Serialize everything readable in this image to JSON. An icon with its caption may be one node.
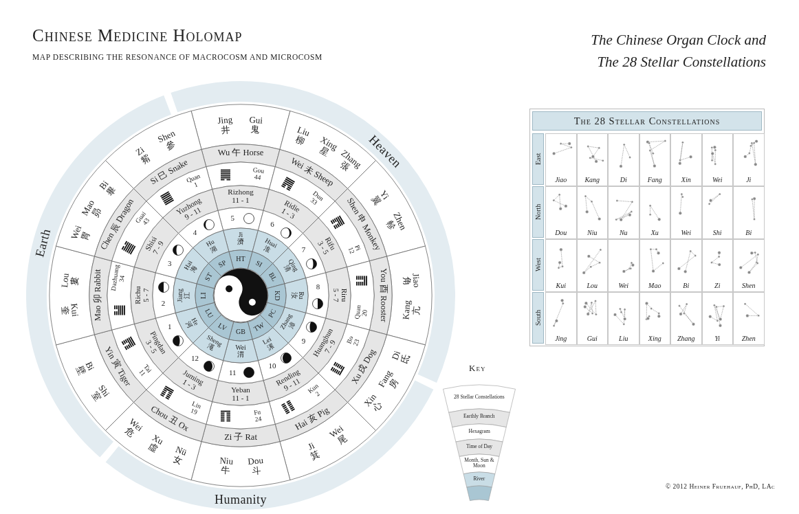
{
  "diagram": {
    "title": "Chinese Medicine Holomap",
    "nodes": [
      {
        "text": [
          "Heaven"
        ]
      },
      {
        "text": [
          "Earth"
        ]
      },
      {
        "text": [
          "Humanity"
        ]
      },
      {
        "text": [
          "Jing 井",
          "Gui 鬼"
        ]
      },
      {
        "text": [
          "Liu 柳",
          "Xing 星",
          "Zhang 張"
        ]
      },
      {
        "text": [
          "Yi 翼",
          "Zhen 軫"
        ]
      },
      {
        "text": [
          "Jiao 角",
          "Kang 亢"
        ]
      },
      {
        "text": [
          "Di 氐",
          "Fang 房",
          "Xin 心"
        ]
      },
      {
        "text": [
          "Wei 尾",
          "Ji 箕"
        ]
      },
      {
        "text": [
          "Dou 斗",
          "Niu 牛"
        ]
      },
      {
        "text": [
          "Nü 女",
          "Xu 虛",
          "Wei 危"
        ]
      },
      {
        "text": [
          "Shi 室",
          "Bi 壁"
        ]
      },
      {
        "text": [
          "Kui 奎",
          "Lou 婁"
        ]
      },
      {
        "text": [
          "Wei 胃",
          "Mao 昴",
          "Bi 畢"
        ]
      },
      {
        "text": [
          "Zi 觜",
          "Shen 參"
        ]
      },
      {
        "text": [
          "Wu 午 Horse"
        ]
      },
      {
        "text": [
          "Wei 未 Sheep"
        ]
      },
      {
        "text": [
          "Shen 申 Monkey"
        ]
      },
      {
        "text": [
          "You 酉 Rooster"
        ]
      },
      {
        "text": [
          "Xu 戌 Dog"
        ]
      },
      {
        "text": [
          "Hai 亥 Pig"
        ]
      },
      {
        "text": [
          "Zi 子 Rat"
        ]
      },
      {
        "text": [
          "Chou 丑 Ox"
        ]
      },
      {
        "text": [
          "Yin 寅 Tiger"
        ]
      },
      {
        "text": [
          "Mao 卯 Rabbit"
        ]
      },
      {
        "text": [
          "Chen 辰 Dragon"
        ]
      },
      {
        "text": [
          "Si 巳 Snake"
        ]
      },
      {
        "text": [
          "Gou 44"
        ]
      },
      {
        "text": [
          "Dun 33"
        ]
      },
      {
        "text": [
          "Pi 12"
        ]
      },
      {
        "text": [
          "Quan 20"
        ]
      },
      {
        "text": [
          "Bo 23"
        ]
      },
      {
        "text": [
          "Kun 2"
        ]
      },
      {
        "text": [
          "Fu 24"
        ]
      },
      {
        "text": [
          "Lin 19"
        ]
      },
      {
        "text": [
          "Tai 11"
        ]
      },
      {
        "text": [
          "Dazhuang 34"
        ]
      },
      {
        "text": [
          "Guai 43"
        ]
      },
      {
        "text": [
          "Quan 1"
        ]
      },
      {
        "text": [
          "Rizhong",
          "11 - 1"
        ]
      },
      {
        "text": [
          "Ridie",
          "1 - 3"
        ]
      },
      {
        "text": [
          "Rifu",
          "3 - 5"
        ]
      },
      {
        "text": [
          "Riru",
          "5 - 7"
        ]
      },
      {
        "text": [
          "Huanghun",
          "7 - 9"
        ]
      },
      {
        "text": [
          "Rending",
          "9 - 11"
        ]
      },
      {
        "text": [
          "Yeban",
          "11 - 1"
        ]
      },
      {
        "text": [
          "Juming",
          "1 - 3"
        ]
      },
      {
        "text": [
          "Pingdan",
          "3 - 5"
        ]
      },
      {
        "text": [
          "Richu",
          "5 - 7"
        ]
      },
      {
        "text": [
          "Shisi",
          "7 - 9"
        ]
      },
      {
        "text": [
          "Yuzhong",
          "9 - 11"
        ]
      },
      {
        "text": [
          "5"
        ]
      },
      {
        "text": [
          "6"
        ]
      },
      {
        "text": [
          "7"
        ]
      },
      {
        "text": [
          "8"
        ]
      },
      {
        "text": [
          "9"
        ]
      },
      {
        "text": [
          "10"
        ]
      },
      {
        "text": [
          "11"
        ]
      },
      {
        "text": [
          "12"
        ]
      },
      {
        "text": [
          "1"
        ]
      },
      {
        "text": [
          "2"
        ]
      },
      {
        "text": [
          "3"
        ]
      },
      {
        "text": [
          "4"
        ]
      },
      {
        "text": [
          "Ji 濟"
        ]
      },
      {
        "text": [
          "Huai 淮"
        ]
      },
      {
        "text": [
          "Qing 清"
        ]
      },
      {
        "text": [
          "Ru 汝"
        ]
      },
      {
        "text": [
          "Zhang 漳"
        ]
      },
      {
        "text": [
          "Lei 漯"
        ]
      },
      {
        "text": [
          "Wei 渭"
        ]
      },
      {
        "text": [
          "Sheng 澠"
        ]
      },
      {
        "text": [
          "He 河"
        ]
      },
      {
        "text": [
          "Jiang 江"
        ]
      },
      {
        "text": [
          "Hai 海"
        ]
      },
      {
        "text": [
          "Hu 湖"
        ]
      },
      {
        "text": [
          "HT"
        ]
      },
      {
        "text": [
          "SI"
        ]
      },
      {
        "text": [
          "BL"
        ]
      },
      {
        "text": [
          "KD"
        ]
      },
      {
        "text": [
          "PC"
        ]
      },
      {
        "text": [
          "TW"
        ]
      },
      {
        "text": [
          "GB"
        ]
      },
      {
        "text": [
          "LV"
        ]
      },
      {
        "text": [
          "LU"
        ]
      },
      {
        "text": [
          "LI"
        ]
      },
      {
        "text": [
          "ST"
        ]
      },
      {
        "text": [
          "SP"
        ]
      }
    ],
    "labels": [
      "MAP DESCRIBING THE RESONANCE OF MACROCOSM AND MICROCOSM",
      "The Chinese Organ Clock and The 28 Stellar Constellations",
      "The 28 Stellar Constellations",
      "East",
      "Jiao",
      "Kang",
      "Di",
      "Fang",
      "Xin",
      "Wei",
      "Ji",
      "North",
      "Dou",
      "Niu",
      "Nu",
      "Xu",
      "Wei",
      "Shi",
      "Bi",
      "West",
      "Kui",
      "Lou",
      "Wei",
      "Mao",
      "Bi",
      "Zi",
      "Shen",
      "South",
      "Jing",
      "Gui",
      "Liu",
      "Xing",
      "Zhang",
      "Yi",
      "Zhen",
      "Key",
      "© 2012 Heiner Fruehauf, PhD, LAc"
    ],
    "legend": [
      {
        "text": "28 Stellar Constellations",
        "color": "#ffffff"
      },
      {
        "text": "Earthly Branch",
        "color": "#e6e6e6"
      },
      {
        "text": "Hexagram",
        "color": "#ffffff"
      },
      {
        "text": "Time of Day",
        "color": "#e6e6e6"
      },
      {
        "text": "Month, Sun & Moon",
        "color": "#ffffff"
      },
      {
        "text": "River",
        "color": "#c9dde6"
      }
    ]
  }
}
